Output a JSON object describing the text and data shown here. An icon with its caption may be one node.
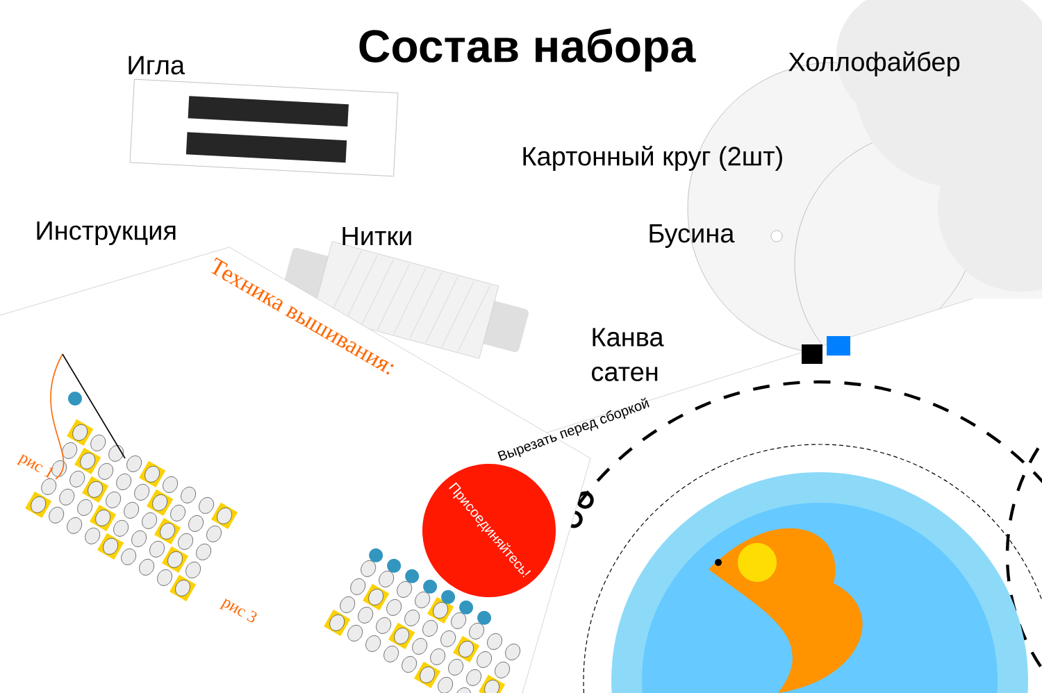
{
  "diagram": {
    "title": "Состав набора",
    "labels": [
      "Игла",
      "Холлофайбер",
      "Картонный круг (2шт)",
      "Инструкция",
      "Нитки",
      "Бусина",
      "Канва сатен",
      "Техника вышивания:",
      "рис 1",
      "рис 3",
      "Присоединяйтесь!",
      "Вырезать перед сборкой"
    ]
  }
}
